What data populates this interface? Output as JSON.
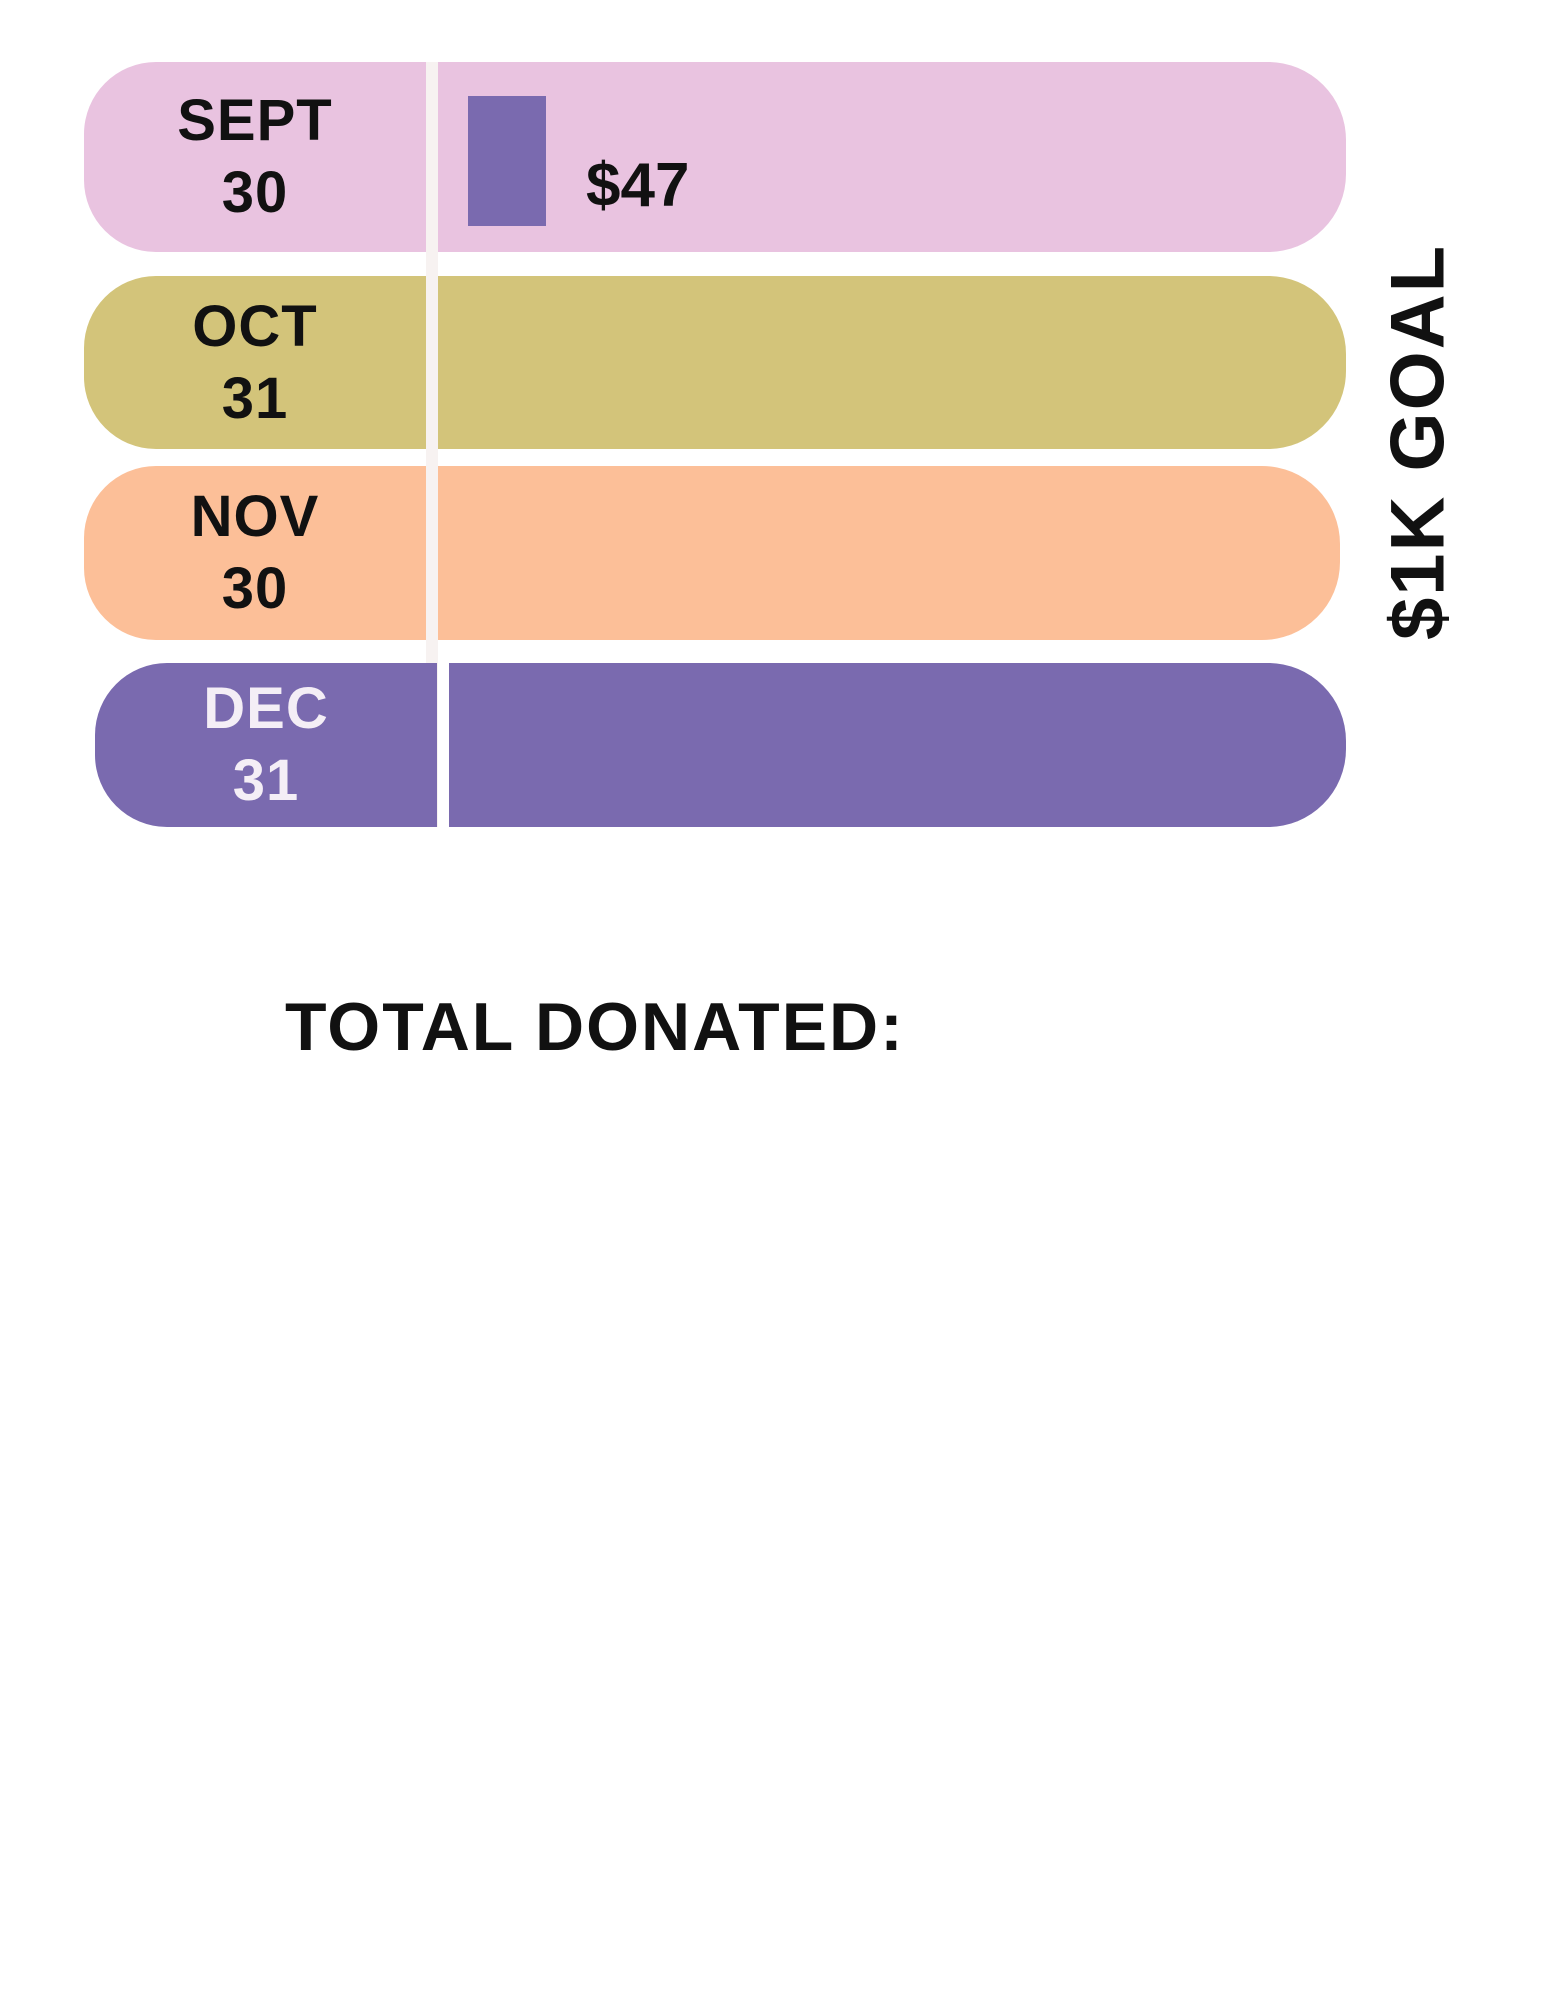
{
  "chart_data": {
    "type": "bar",
    "goal_label": "$1K GOAL",
    "goal_value": 1000,
    "categories": [
      "SEPT 30",
      "OCT 31",
      "NOV 30",
      "DEC 31"
    ],
    "rows": [
      {
        "month": "SEPT",
        "day": "30",
        "color": "#e9c3e0",
        "text_color": "#111111",
        "value": 47,
        "value_label": "$47"
      },
      {
        "month": "OCT",
        "day": "31",
        "color": "#d3c47a",
        "text_color": "#111111",
        "value": null,
        "value_label": ""
      },
      {
        "month": "NOV",
        "day": "30",
        "color": "#fcbf98",
        "text_color": "#111111",
        "value": null,
        "value_label": ""
      },
      {
        "month": "DEC",
        "day": "31",
        "color": "#7a6aaf",
        "text_color": "#f4eef6",
        "value": null,
        "value_label": ""
      }
    ],
    "progress_color": "#7a6aaf"
  },
  "total": {
    "label": "TOTAL DONATED:"
  }
}
